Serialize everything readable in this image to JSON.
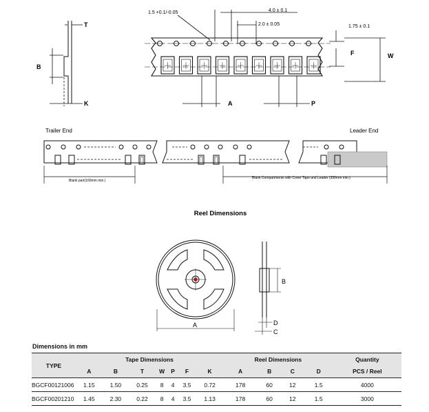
{
  "tape_drawing": {
    "label_T": "T",
    "label_B": "B",
    "label_K": "K",
    "label_A": "A",
    "label_P": "P",
    "label_F": "F",
    "label_W": "W",
    "dim_sprocket_diameter": "1.5 +0.1/-0.05",
    "dim_pitch_4": "4.0 ± 0.1",
    "dim_pitch_2": "2.0 ± 0.05",
    "dim_edge": "1.75 ± 0.1"
  },
  "leader_drawing": {
    "trailer_end": "Trailer End",
    "leader_end": "Leader End",
    "blank_part": "Blank part(160mm min.)",
    "blank_compartments": "Blank Compartments with Cover Tape and Leader (330mm min.)"
  },
  "reel": {
    "title": "Reel Dimensions",
    "label_A": "A",
    "label_B": "B",
    "label_C": "C",
    "label_D": "D"
  },
  "dimensions_table": {
    "title": "Dimensions in mm",
    "type_header": "TYPE",
    "tape_group": "Tape Dimensions",
    "reel_group": "Reel Dimensions",
    "quantity_group": "Quantity",
    "columns": [
      "A",
      "B",
      "T",
      "W",
      "P",
      "F",
      "K",
      "A",
      "B",
      "C",
      "D",
      "PCS / Reel"
    ],
    "rows": [
      {
        "type": "BGCF00121006",
        "values": [
          "1.15",
          "1.50",
          "0.25",
          "8",
          "4",
          "3.5",
          "0.72",
          "178",
          "60",
          "12",
          "1.5",
          "4000"
        ]
      },
      {
        "type": "BGCF00201210",
        "values": [
          "1.45",
          "2.30",
          "0.22",
          "8",
          "4",
          "3.5",
          "1.13",
          "178",
          "60",
          "12",
          "1.5",
          "3000"
        ]
      }
    ]
  }
}
